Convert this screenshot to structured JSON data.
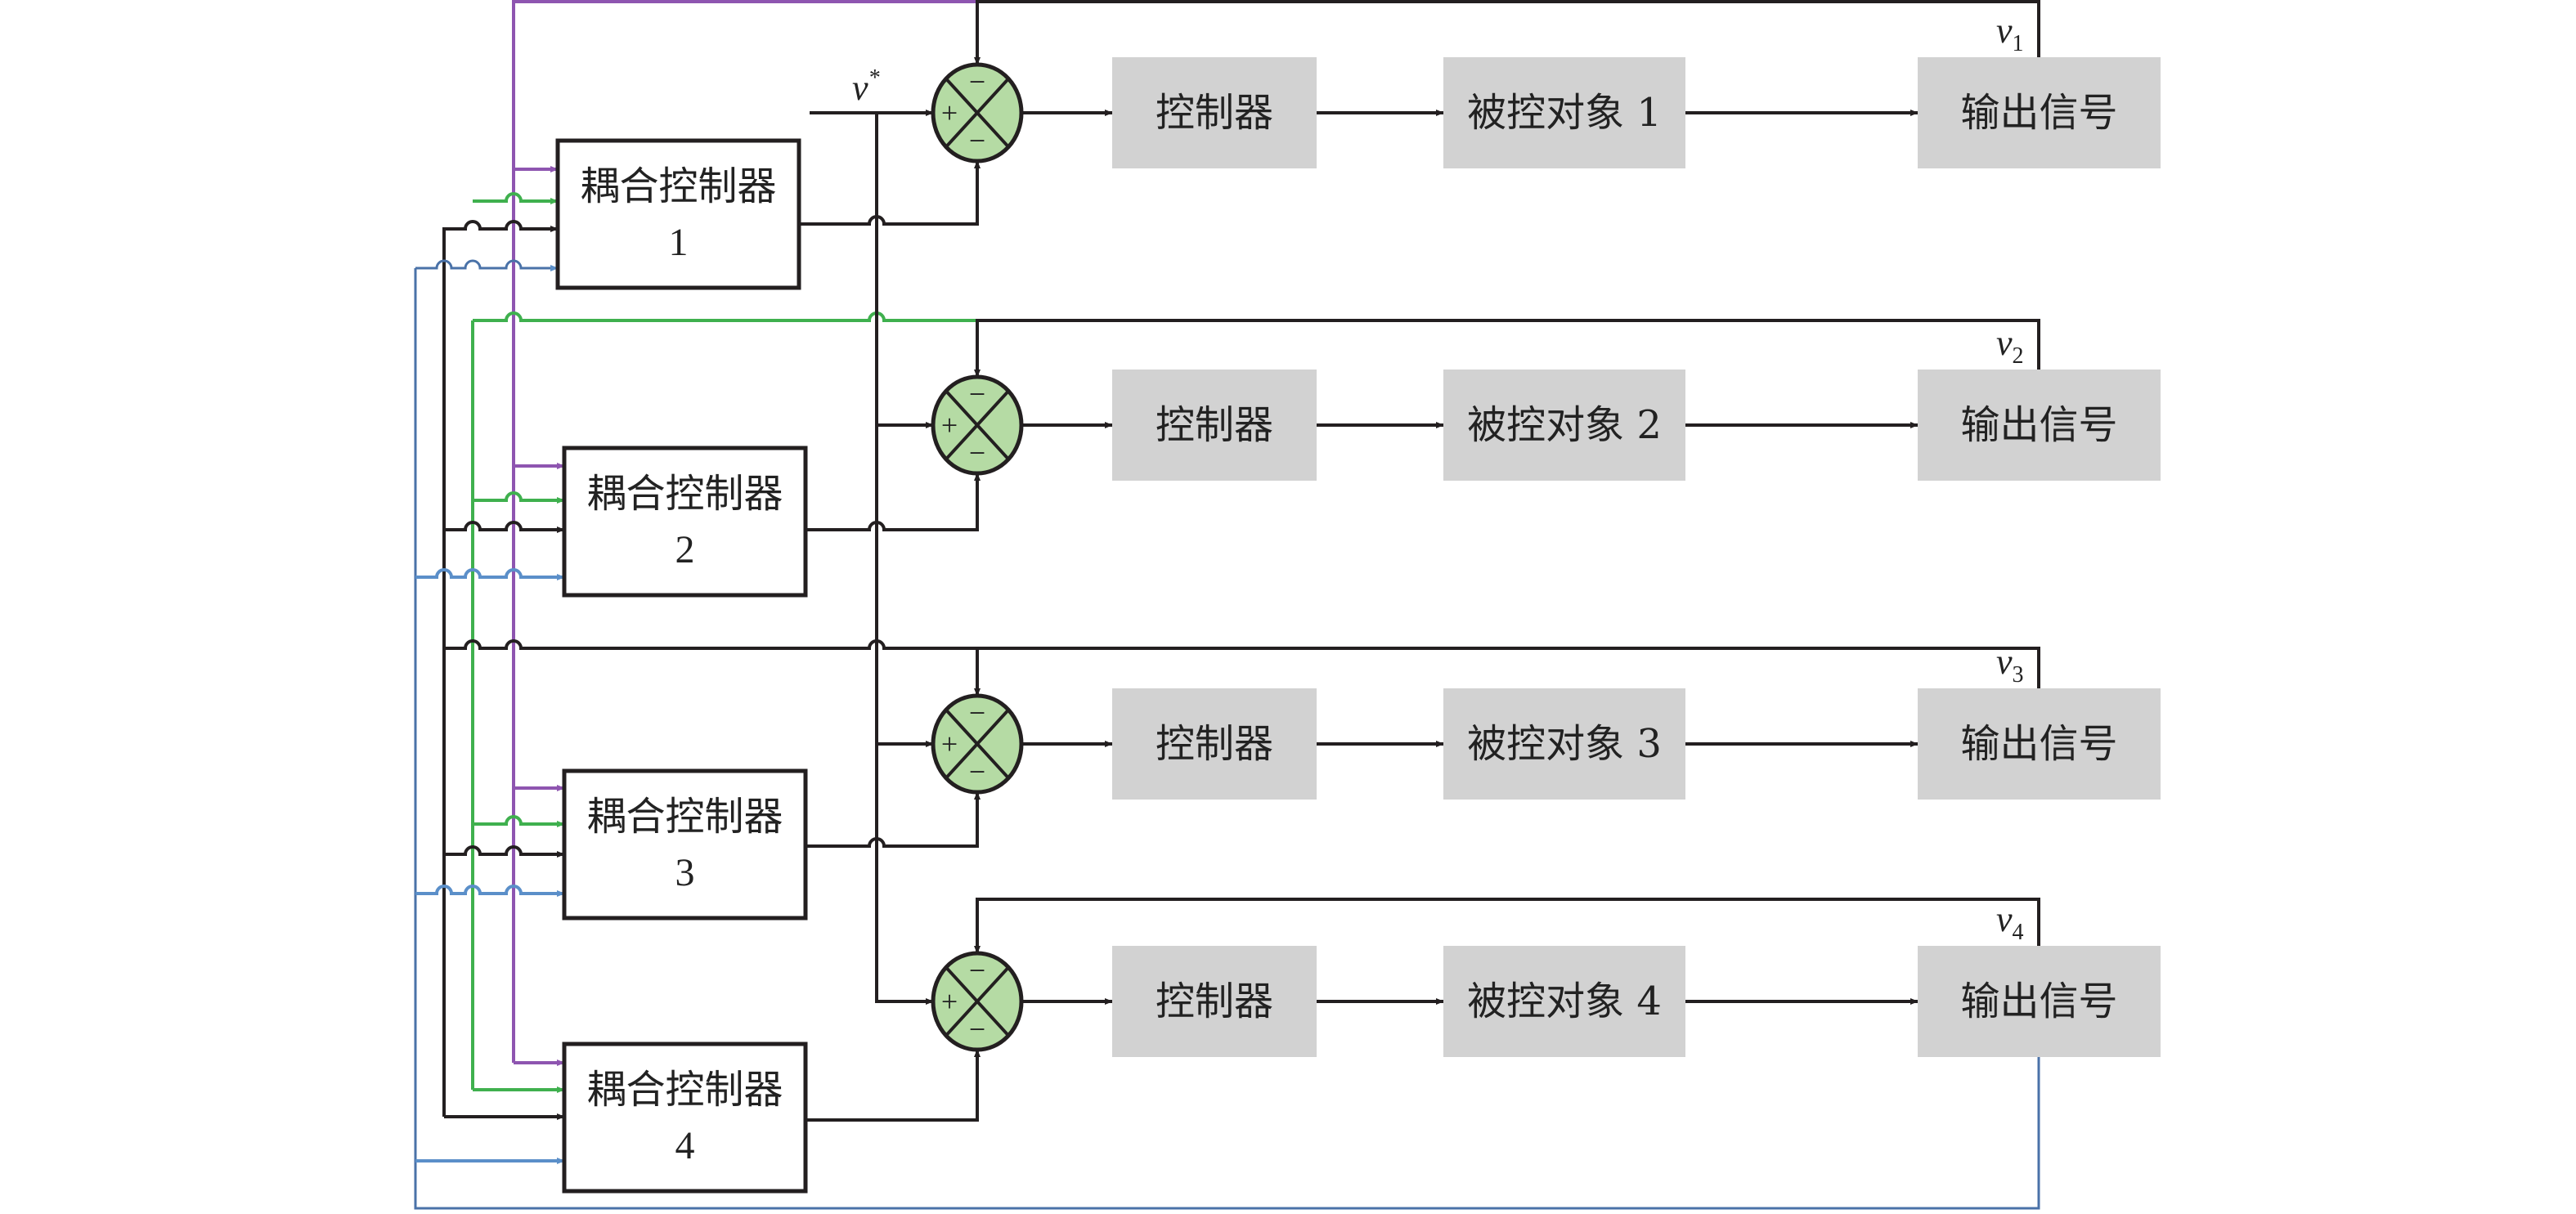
{
  "colors": {
    "black": "#231f20",
    "green": "#3fb04e",
    "purple": "#8e55b0",
    "blue": "#5b8fc9",
    "blue_dark": "#4a72a8",
    "summer_fill": "#b5dba4",
    "block_fill": "#d2d2d2"
  },
  "reference_signal": {
    "symbol": "v",
    "superscript": "*"
  },
  "summer_signs": {
    "left": "+",
    "top": "−",
    "bottom": "−"
  },
  "loops": [
    {
      "id": 1,
      "coupling_label": "耦合控制器",
      "coupling_index": "1",
      "controller_label": "控制器",
      "plant_label": "被控对象 1",
      "output_label": "输出信号",
      "feedback_symbol": "v",
      "feedback_sub": "1"
    },
    {
      "id": 2,
      "coupling_label": "耦合控制器",
      "coupling_index": "2",
      "controller_label": "控制器",
      "plant_label": "被控对象 2",
      "output_label": "输出信号",
      "feedback_symbol": "v",
      "feedback_sub": "2"
    },
    {
      "id": 3,
      "coupling_label": "耦合控制器",
      "coupling_index": "3",
      "controller_label": "控制器",
      "plant_label": "被控对象 3",
      "output_label": "输出信号",
      "feedback_symbol": "v",
      "feedback_sub": "3"
    },
    {
      "id": 4,
      "coupling_label": "耦合控制器",
      "coupling_index": "4",
      "controller_label": "控制器",
      "plant_label": "被控对象 4",
      "output_label": "输出信号",
      "feedback_symbol": "v",
      "feedback_sub": "4"
    }
  ]
}
